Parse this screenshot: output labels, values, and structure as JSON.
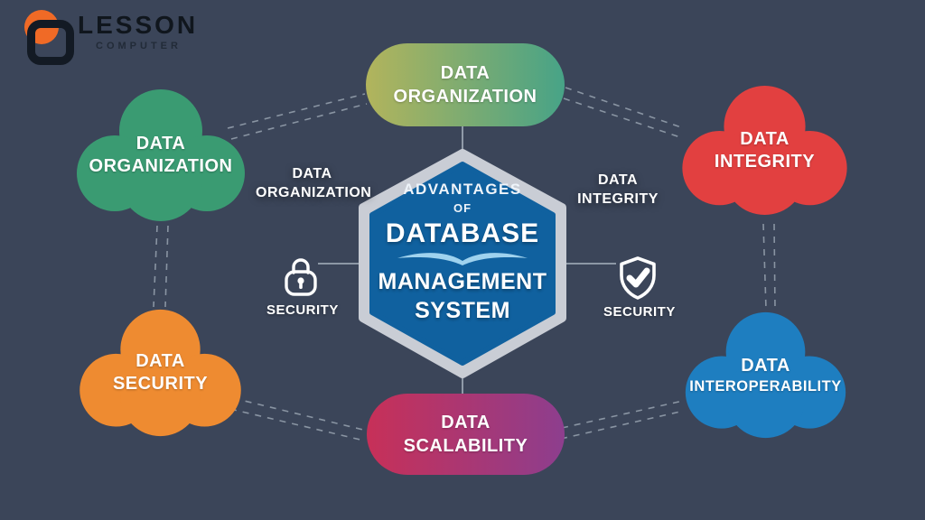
{
  "palette": {
    "background": "#3b4559",
    "line": "#aab6c2"
  },
  "logo": {
    "title": "LESSON",
    "subtitle": "COMPUTER",
    "accent_orange": "#f06a26"
  },
  "center": {
    "line1": "ADVANTAGES",
    "line2": "OF",
    "line3": "DATABASE",
    "line4": "MANAGEMENT",
    "line5": "SYSTEM",
    "fill": "#10619f",
    "border": "#c9cdd5",
    "swoosh": "#9fd2ee"
  },
  "clouds": [
    {
      "id": "data-organization",
      "line1": "DATA",
      "line2": "ORGANIZATION",
      "color": "#3a9b72"
    },
    {
      "id": "data-integrity",
      "line1": "DATA",
      "line2": "INTEGRITY",
      "color": "#e24040"
    },
    {
      "id": "data-security",
      "line1": "DATA",
      "line2": "SECURITY",
      "color": "#ee8b31"
    },
    {
      "id": "data-interoperability",
      "line1": "DATA",
      "line2": "INTEROPERABILITY",
      "color": "#1e7ec0"
    }
  ],
  "pills": [
    {
      "id": "data-organization-pill",
      "line1": "DATA",
      "line2": "ORGANIZATION",
      "color_start": "#b2b45c",
      "color_end": "#47a387"
    },
    {
      "id": "data-scalability-pill",
      "line1": "DATA",
      "line2": "SCALABILITY",
      "color_start": "#c73058",
      "color_end": "#8d3e8e"
    }
  ],
  "side_labels": [
    {
      "id": "label-data-organization",
      "line1": "DATA",
      "line2": "ORGANIZATION"
    },
    {
      "id": "label-data-integrity",
      "line1": "DATA",
      "line2": "INTEGRITY"
    },
    {
      "id": "label-security-left",
      "label": "SECURITY"
    },
    {
      "id": "label-security-right",
      "label": "SECURITY"
    }
  ]
}
